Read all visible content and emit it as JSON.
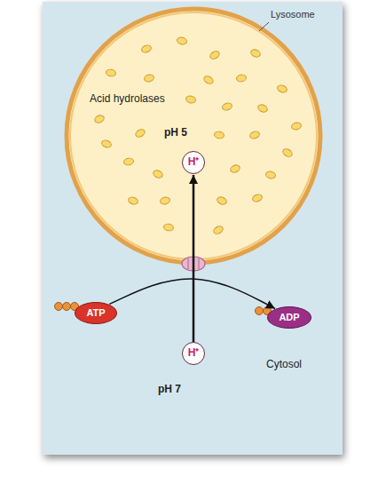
{
  "diagram": {
    "nodes": [
      {
        "text": [
          "Lysosome",
          "Acid hydrolases",
          "pH 5"
        ]
      },
      {
        "text": [
          "H⁺"
        ],
        "in": 0
      },
      {
        "text": [
          "ATP"
        ]
      },
      {
        "text": [
          "ADP"
        ]
      },
      {
        "text": [
          "H⁺"
        ]
      }
    ],
    "edges": [
      {
        "from": 4,
        "to": 1,
        "arrow": "to"
      },
      {
        "from": 2,
        "to": 3,
        "arrow": "to"
      }
    ],
    "labels": [
      "Cytosol",
      "pH 7"
    ]
  }
}
